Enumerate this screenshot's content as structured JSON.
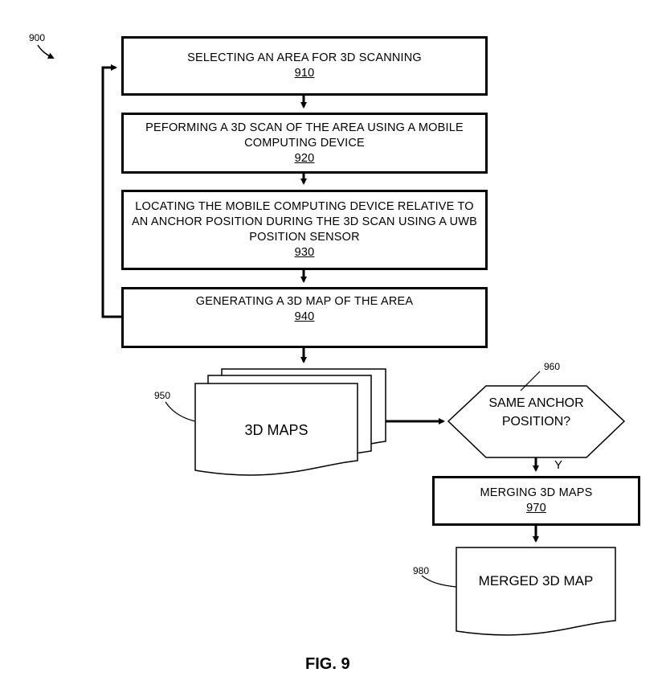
{
  "figure_ref": "900",
  "steps": [
    {
      "text": "SELECTING AN AREA FOR 3D SCANNING",
      "num": "910"
    },
    {
      "text": "PEFORMING A 3D SCAN OF THE AREA USING A MOBILE COMPUTING DEVICE",
      "num": "920"
    },
    {
      "text": "LOCATING THE MOBILE COMPUTING DEVICE RELATIVE TO AN ANCHOR POSITION DURING THE 3D SCAN USING A UWB POSITION SENSOR",
      "num": "930"
    },
    {
      "text": "GENERATING A 3D MAP OF THE AREA",
      "num": "940"
    }
  ],
  "maps": {
    "ref": "950",
    "text": "3D MAPS"
  },
  "decision": {
    "ref": "960",
    "text": "SAME ANCHOR POSITION?",
    "yes_label": "Y"
  },
  "merge": {
    "text": "MERGING 3D MAPS",
    "num": "970"
  },
  "merged": {
    "ref": "980",
    "text": "MERGED 3D MAP"
  },
  "caption": "FIG. 9"
}
